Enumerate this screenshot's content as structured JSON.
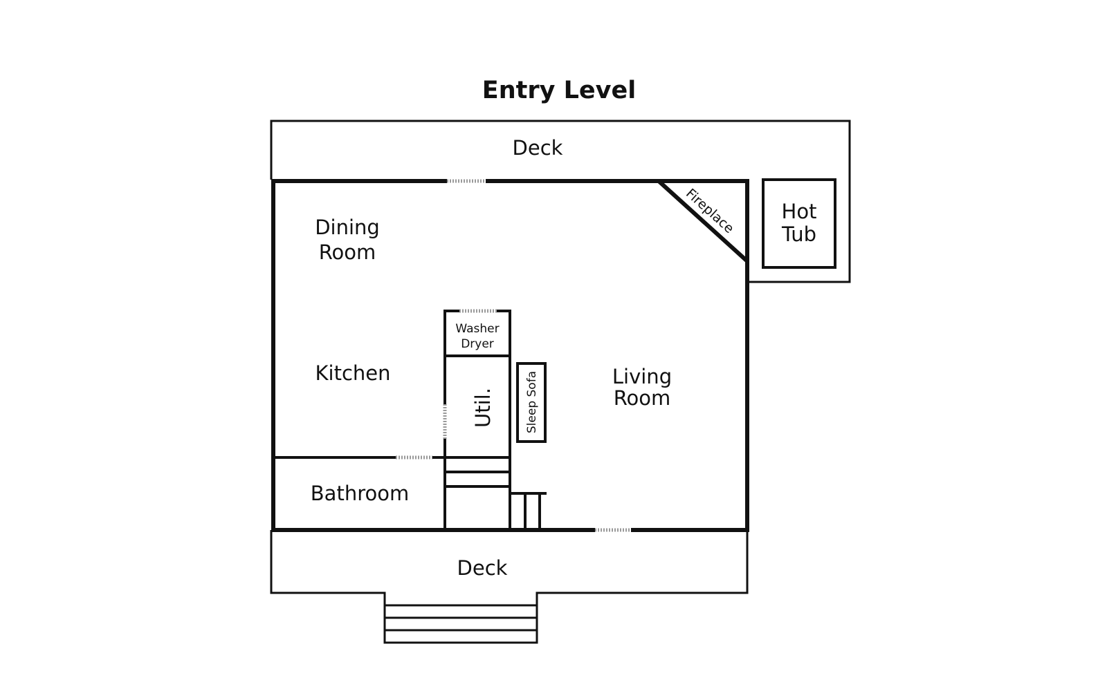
{
  "title": "Entry Level",
  "rooms": {
    "deck_top": "Deck",
    "dining_line1": "Dining",
    "dining_line2": "Room",
    "kitchen": "Kitchen",
    "washer": "Washer",
    "dryer": "Dryer",
    "util": "Util.",
    "sleep_sofa": "Sleep Sofa",
    "living_line1": "Living",
    "living_line2": "Room",
    "bathroom": "Bathroom",
    "fireplace": "Fireplace",
    "hot_tub_line1": "Hot",
    "hot_tub_line2": "Tub",
    "deck_bottom": "Deck"
  }
}
